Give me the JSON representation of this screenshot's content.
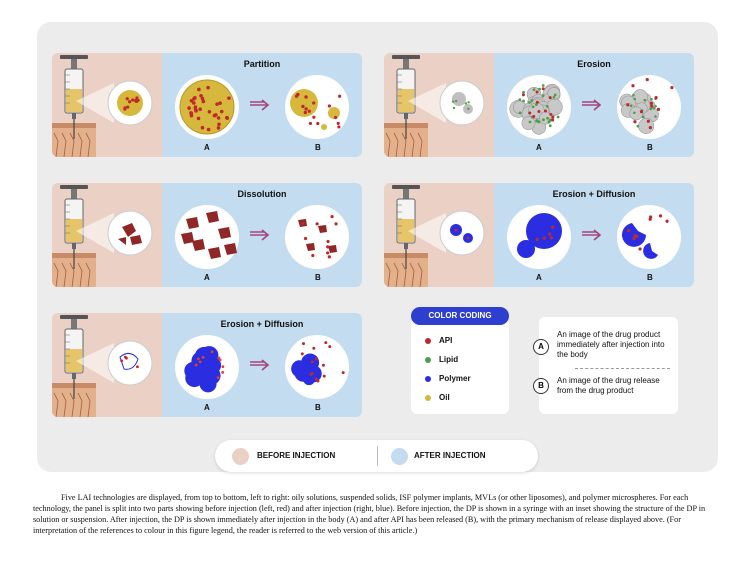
{
  "colors": {
    "before_bg": "#ebd0c5",
    "after_bg": "#c4dcf0",
    "api": "#c0282d",
    "lipid": "#4e9f4a",
    "polymer": "#2a2ee0",
    "oil": "#d6b83c",
    "arrow": "#a3467a"
  },
  "panels": [
    {
      "title": "Partition",
      "label_a": "A",
      "label_b": "B"
    },
    {
      "title": "Erosion",
      "label_a": "A",
      "label_b": "B"
    },
    {
      "title": "Dissolution",
      "label_a": "A",
      "label_b": "B"
    },
    {
      "title": "Erosion + Diffusion",
      "label_a": "A",
      "label_b": "B"
    },
    {
      "title": "Erosion + Diffusion",
      "label_a": "A",
      "label_b": "B"
    }
  ],
  "legend": {
    "title": "COLOR CODING",
    "items": [
      {
        "label": "API",
        "icon": "red-dot"
      },
      {
        "label": "Lipid",
        "icon": "green-dot"
      },
      {
        "label": "Polymer",
        "icon": "blue-dot"
      },
      {
        "label": "Oil",
        "icon": "yellow-dot"
      }
    ]
  },
  "explain": {
    "a_letter": "A",
    "a_text": "An image of the drug product immediately after injection into the body",
    "b_letter": "B",
    "b_text": "An image of the drug release from the drug product"
  },
  "bar": {
    "before_label": "BEFORE INJECTION",
    "after_label": "AFTER INJECTION"
  },
  "caption": "Five LAI technologies are displayed, from top to bottom, left to right: oily solutions, suspended solids, ISF polymer implants, MVLs (or other liposomes), and polymer microspheres. For each technology, the panel is split into two parts showing before injection (left, red) and after injection (right, blue). Before injection, the DP is shown in a syringe with an inset showing the structure of the DP in solution or suspension. After injection, the DP is shown immediately after injection in the body (A) and after API has been released (B), with the primary mechanism of release displayed above. (For interpretation of the references to colour in this figure legend, the reader is referred to the web version of this article.)"
}
